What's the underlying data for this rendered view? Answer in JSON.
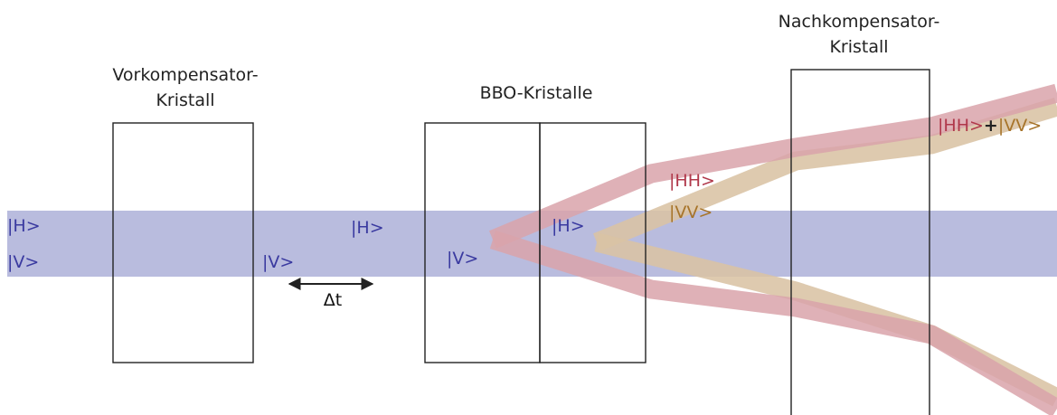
{
  "labels": {
    "precomp_line1": "Vorkompensator-",
    "precomp_line2": "Kristall",
    "bbo": "BBO-Kristalle",
    "postcomp_line1": "Nachkompensator-",
    "postcomp_line2": "Kristall",
    "in_h": "|H>",
    "in_v": "|V>",
    "after_precomp_v": "|V>",
    "before_bbo_h": "|H>",
    "inside_bbo_v": "|V>",
    "inside_bbo_h": "|H>",
    "hh": "|HH>",
    "vv": "|VV>",
    "out_hh": "|HH>",
    "plus": "+",
    "out_vv": "|VV>",
    "delta_t": "Δt"
  },
  "colors": {
    "pump_beam": "#b9bcde",
    "state_text": "#3a3aa0",
    "hh_beam": "#d9a3aa",
    "vv_beam": "#d9c3a4",
    "hh_text": "#b0384a",
    "vv_text": "#a7742a",
    "outline": "#222222"
  }
}
